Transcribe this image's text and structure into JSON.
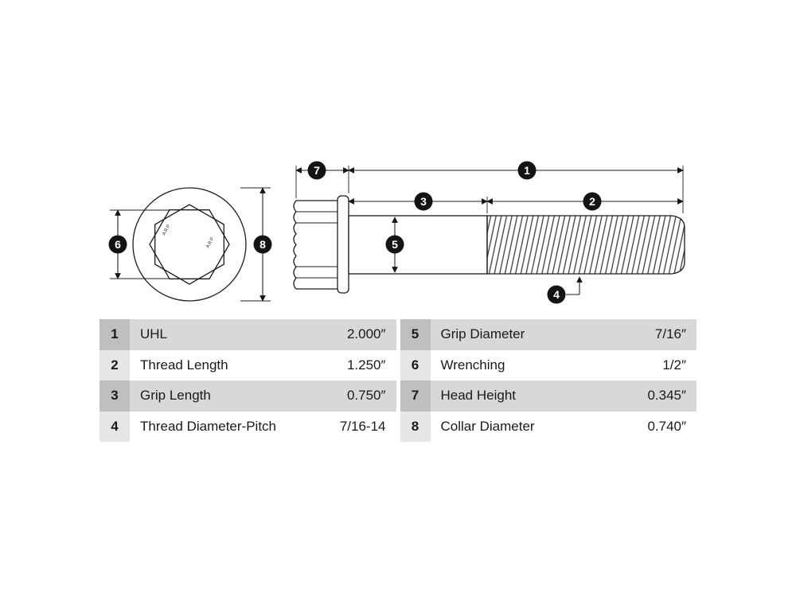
{
  "diagram": {
    "brand_mark": "ARP",
    "callouts": {
      "uhl": "1",
      "thread_length": "2",
      "grip_length": "3",
      "thread_diameter_pitch": "4",
      "grip_diameter": "5",
      "wrenching": "6",
      "head_height": "7",
      "collar_diameter": "8"
    },
    "colors": {
      "line": "#1c1c1c",
      "badge": "#141414",
      "badge_text": "#ffffff",
      "row_shade": "#d8d8d8",
      "num_shade": "#bfbfbf"
    }
  },
  "table": {
    "left": [
      {
        "num": "1",
        "label": "UHL",
        "value": "2.000″"
      },
      {
        "num": "2",
        "label": "Thread Length",
        "value": "1.250″"
      },
      {
        "num": "3",
        "label": "Grip Length",
        "value": "0.750″"
      },
      {
        "num": "4",
        "label": "Thread Diameter-Pitch",
        "value": "7/16-14"
      }
    ],
    "right": [
      {
        "num": "5",
        "label": "Grip Diameter",
        "value": "7/16″"
      },
      {
        "num": "6",
        "label": "Wrenching",
        "value": "1/2″"
      },
      {
        "num": "7",
        "label": "Head Height",
        "value": "0.345″"
      },
      {
        "num": "8",
        "label": "Collar Diameter",
        "value": "0.740″"
      }
    ]
  }
}
